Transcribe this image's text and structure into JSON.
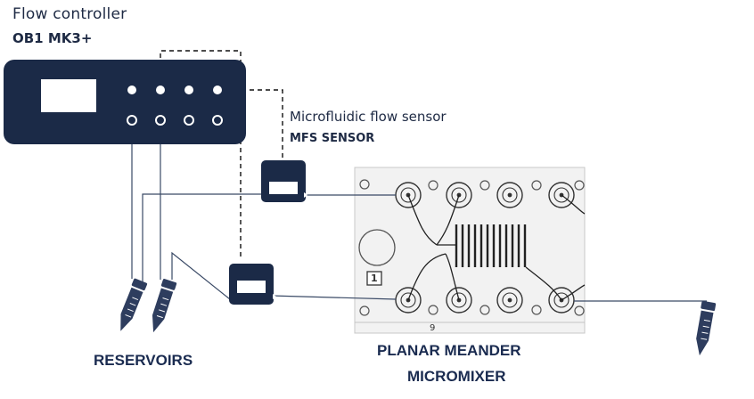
{
  "controller": {
    "title": "Flow controller",
    "model": "OB1 MK3+"
  },
  "sensor": {
    "title": "Microfluidic flow sensor",
    "model": "MFS SENSOR"
  },
  "chip": {
    "badge": "1",
    "footer_number": "9"
  },
  "labels": {
    "reservoirs": "RESERVOIRS",
    "mixer_line1": "PLANAR MEANDER",
    "mixer_line2": "MICROMIXER"
  },
  "colors": {
    "device": "#1b2a47",
    "chip_bg": "#f2f2f2",
    "tube": "#2e3d5e",
    "line": "#3a4a66"
  }
}
